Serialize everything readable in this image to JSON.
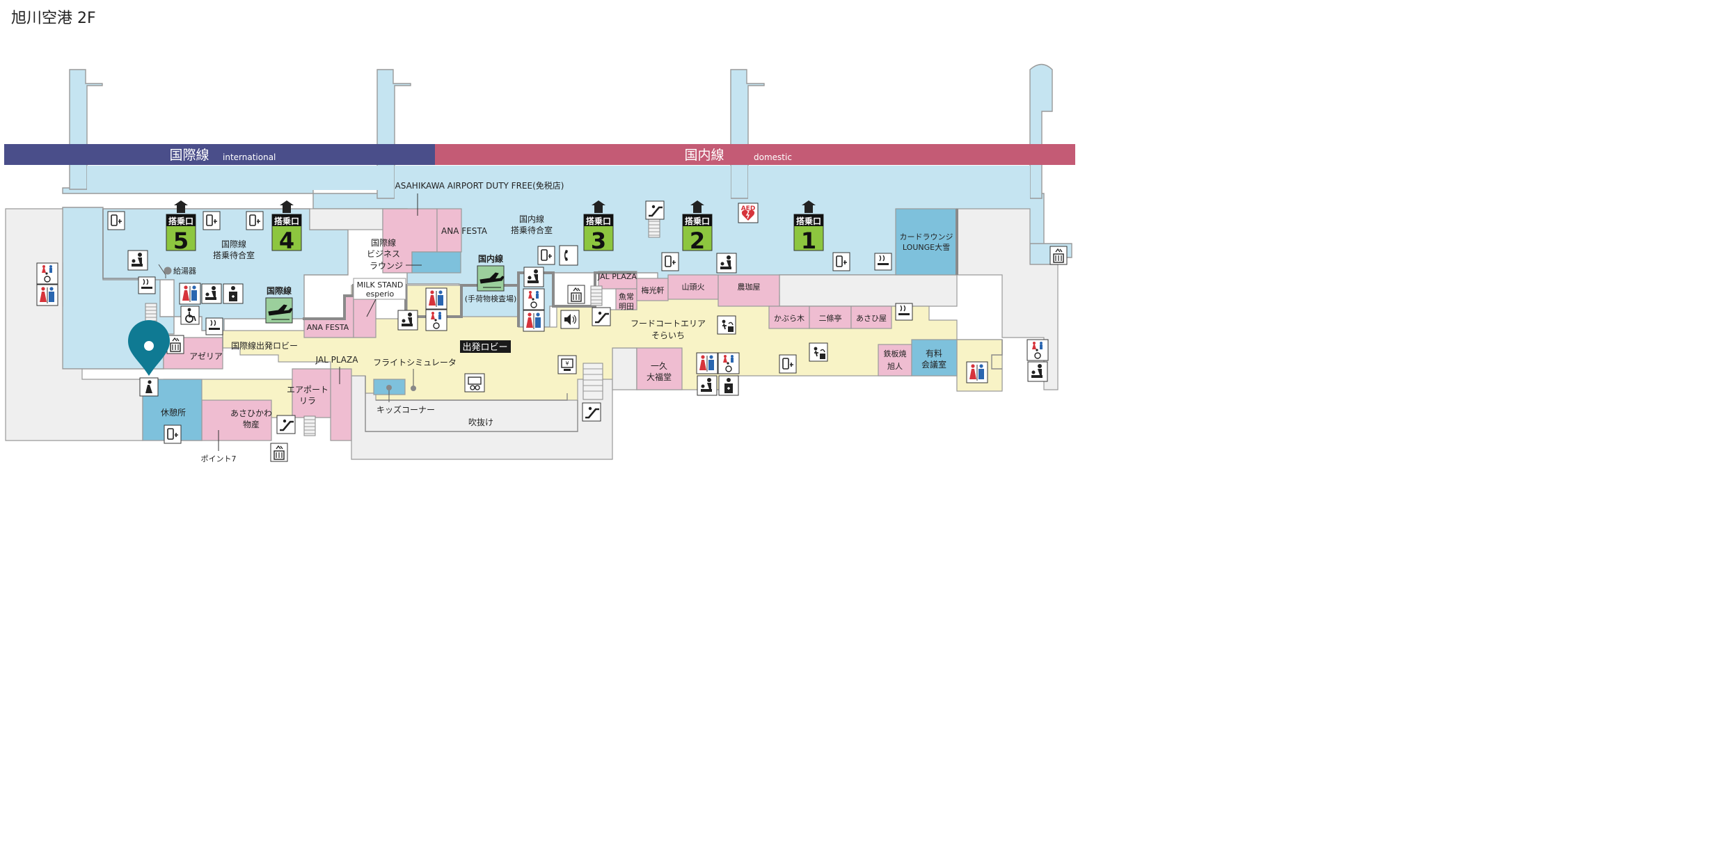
{
  "header": {
    "title": "旭川空港 2F"
  },
  "bands": {
    "international": {
      "ja": "国際線",
      "en": "international",
      "color": "#4a4e8a"
    },
    "domestic": {
      "ja": "国内線",
      "en": "domestic",
      "color": "#c45b75"
    }
  },
  "gates": [
    {
      "label": "搭乗口",
      "number": "5"
    },
    {
      "label": "搭乗口",
      "number": "4"
    },
    {
      "label": "搭乗口",
      "number": "3"
    },
    {
      "label": "搭乗口",
      "number": "2"
    },
    {
      "label": "搭乗口",
      "number": "1"
    }
  ],
  "labels": {
    "duty_free": "ASAHIKAWA AIRPORT DUTY FREE(免税店)",
    "intl_waiting_1": "国際線",
    "intl_waiting_2": "搭乗待合室",
    "dom_waiting_1": "国内線",
    "dom_waiting_2": "搭乗待合室",
    "ana_festa_top": "ANA FESTA",
    "biz_1": "国際線",
    "biz_2": "ビジネス",
    "biz_3": "ラウンジ",
    "card_lounge_1": "カードラウンジ",
    "card_lounge_2": "LOUNGE大雪",
    "water_heater": "給湯器",
    "milk_1": "MILK STAND",
    "milk_2": "esperio",
    "ana_festa_bottom": "ANA FESTA",
    "intl_checkin": "国際線",
    "dom_checkin": "国内線",
    "baggage": "(手荷物検査場)",
    "jal_plaza_top": "JAL PLAZA",
    "uomeida_1": "魚常",
    "uomeida_2": "明田",
    "baikouken": "梅光軒",
    "santouka": "山頭火",
    "noukouya": "農珈屋",
    "food_court_1": "フードコートエリア",
    "food_court_2": "そらいち",
    "kaburagi": "かぶら木",
    "nijoutei": "二條亭",
    "asahiya": "あさひ屋",
    "teppanyaki_1": "鉄板焼",
    "teppanyaki_2": "旭人",
    "meeting_1": "有料",
    "meeting_2": "会議室",
    "ikkyu_1": "一久",
    "ikkyu_2": "大福堂",
    "departure_lobby": "出発ロビー",
    "intl_departure_lobby": "国際線出発ロビー",
    "azalea": "アゼリア",
    "jal_plaza_bottom": "JAL PLAZA",
    "flight_sim": "フライトシミュレータ",
    "airport_lila_1": "エアポート",
    "airport_lila_2": "リラ",
    "kids_corner": "キッズコーナー",
    "fukinuke": "吹抜け",
    "rest_area": "休憩所",
    "asahikawa_bussan_1": "あさひかわ",
    "asahikawa_bussan_2": "物産",
    "point7": "ポイント7",
    "aed": "AED"
  },
  "colors": {
    "airside": "#c5e4f1",
    "public": "#f8f3c6",
    "shop": "#efbdd1",
    "lounge": "#7ec1dc",
    "closed": "#efefef",
    "gate": "#8dc63f",
    "checkin": "#9bcf9c",
    "marker": "#0f7a93"
  }
}
